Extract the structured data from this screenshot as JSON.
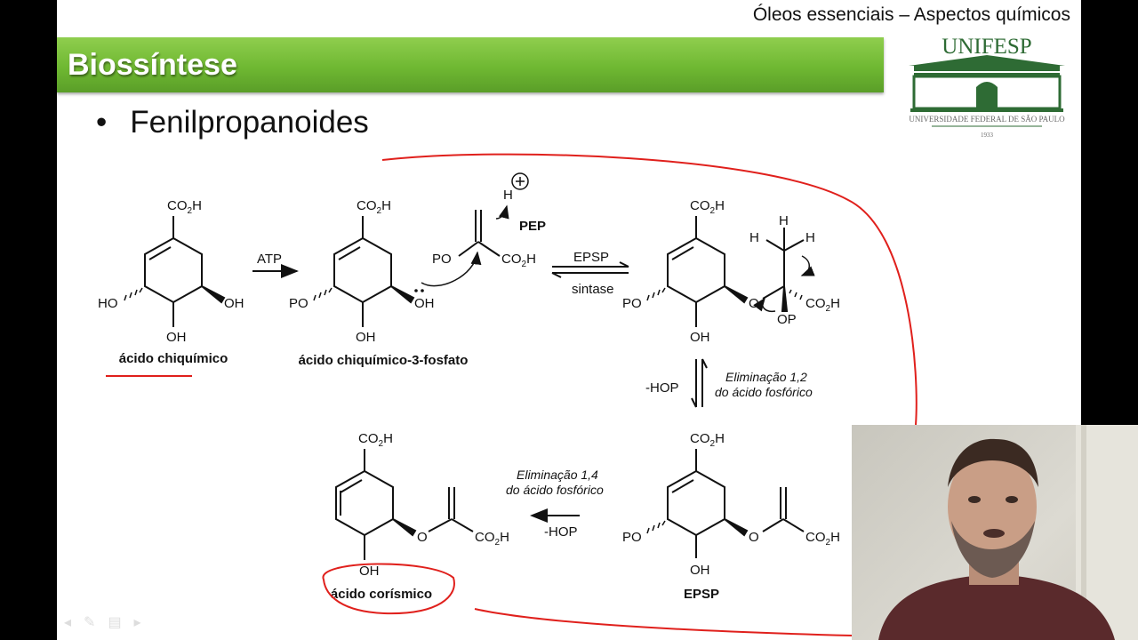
{
  "header": {
    "course_title": "Óleos essenciais – Aspectos químicos",
    "slide_title": "Biossíntese",
    "bullet": "Fenilpropanoides"
  },
  "logo": {
    "name": "UNIFESP",
    "subtitle": "UNIVERSIDADE FEDERAL DE SÃO PAULO",
    "year": "1933",
    "color": "#2e6b34"
  },
  "compounds": {
    "shikimic": "ácido chiquímico",
    "shikimic3p": "ácido chiquímico-3-fosfato",
    "pep": "PEP",
    "epsp": "EPSP",
    "chorismic": "ácido corísmico"
  },
  "atoms": {
    "co2h_sub": "2",
    "co_prefix": "CO",
    "h": "H",
    "oh": "OH",
    "ho": "HO",
    "po": "PO",
    "op": "OP",
    "o": "O"
  },
  "reactions": {
    "step1_reagent": "ATP",
    "step2_enzyme_top": "EPSP",
    "step2_enzyme_bottom": "sintase",
    "step3_leaving": "-HOP",
    "step3_desc_l1": "Eliminação 1,2",
    "step3_desc_l2": "do ácido fosfórico",
    "step4_leaving": "-HOP",
    "step4_desc_l1": "Eliminação 1,4",
    "step4_desc_l2": "do ácido fosfórico"
  },
  "colors": {
    "title_bar": "#6fb832",
    "annotation": "#e0201c"
  }
}
